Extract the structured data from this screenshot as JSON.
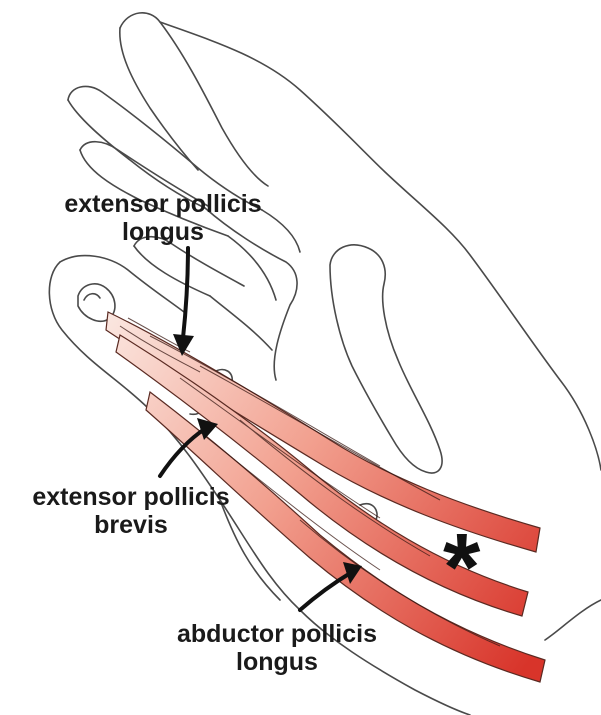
{
  "labels": {
    "extensor_pollicis_longus": {
      "line1": "extensor pollicis",
      "line2": "longus"
    },
    "extensor_pollicis_brevis": {
      "line1": "extensor pollicis",
      "line2": "brevis"
    },
    "abductor_pollicis_longus": {
      "line1": "abductor pollicis",
      "line2": "longus"
    },
    "marker": "*"
  },
  "colors": {
    "tendon_dark": "#d8342a",
    "tendon_light": "#fbe6e0",
    "outline": "#4a4a4a",
    "arrow": "#111111"
  }
}
